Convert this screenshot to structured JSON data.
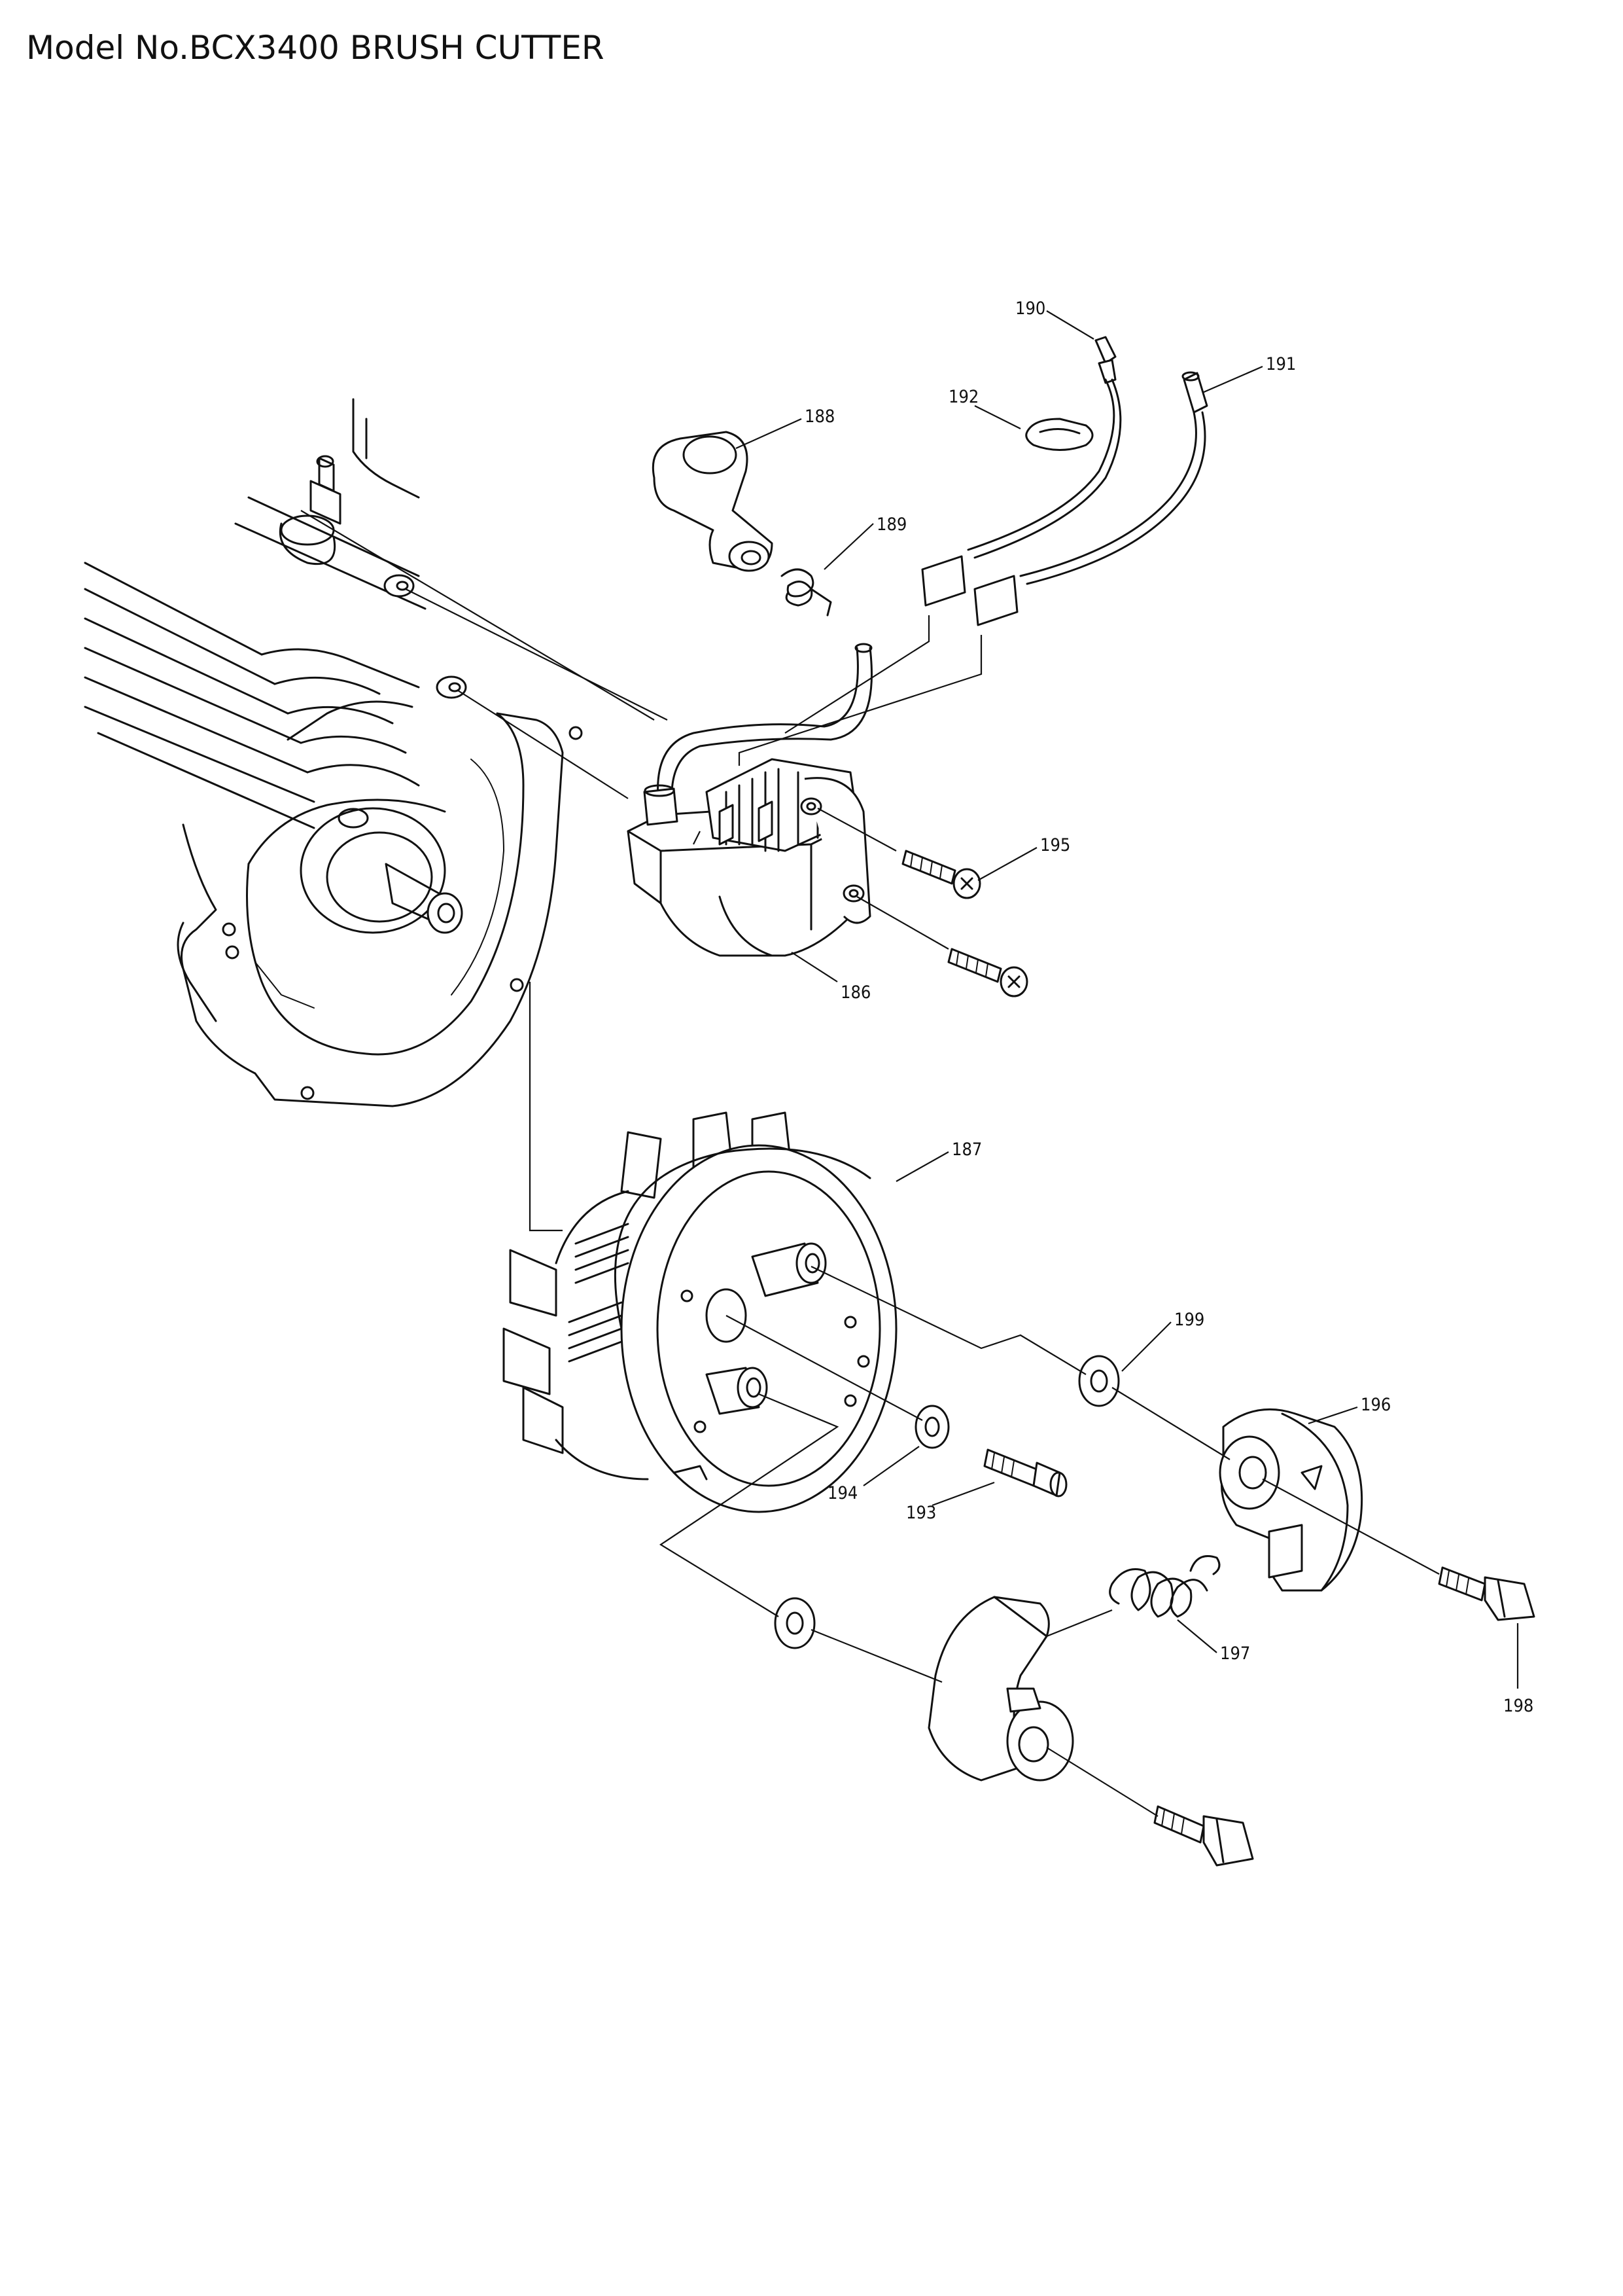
{
  "title": "Model No.BCX3400 BRUSH CUTTER",
  "labels": {
    "p186": "186",
    "p187": "187",
    "p188": "188",
    "p189": "189",
    "p190": "190",
    "p191": "191",
    "p192": "192",
    "p193": "193",
    "p194": "194",
    "p195": "195",
    "p196": "196",
    "p197": "197",
    "p198": "198",
    "p199": "199"
  }
}
